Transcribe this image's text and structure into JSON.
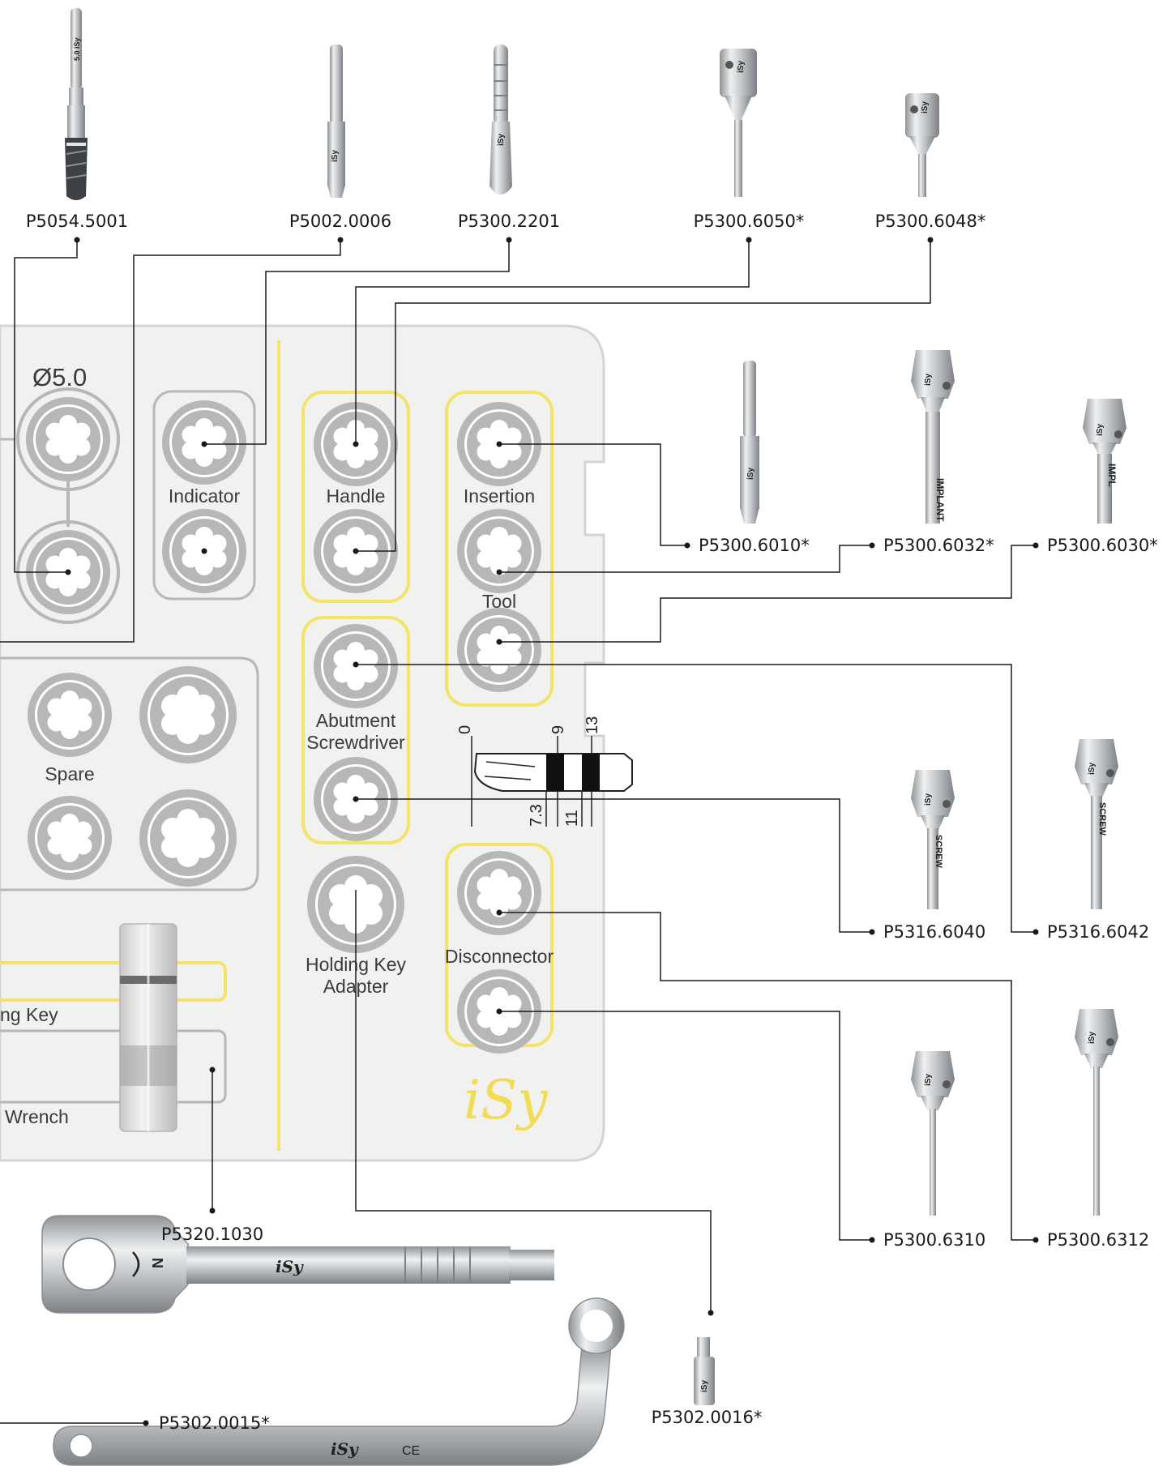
{
  "colors": {
    "tray": "#f1f1f0",
    "tray_edge": "#d4d4d2",
    "yellow": "#f4e36a",
    "socket": "#b7b7b5",
    "socket_ring": "#a9a9a7",
    "leader": "#1a1a1a",
    "steel_light": "#eef0f1",
    "steel_dark": "#8f9396",
    "logo": "#f2dc57"
  },
  "part_numbers": {
    "drill": "P5054.5001",
    "indicator_pin": "P5002.0006",
    "handle_tool": "P5300.2201",
    "long_adapter": "P5300.6050*",
    "short_adapter": "P5300.6048*",
    "insertion_short": "P5300.6010*",
    "insertion_medium": "P5300.6032*",
    "insertion_long": "P5300.6030*",
    "screw_driver_short": "P5316.6040",
    "screw_driver_long": "P5316.6042",
    "disconnector_short": "P5300.6310",
    "disconnector_long": "P5300.6312",
    "holding_key_wrench": "P5320.1030",
    "ratchet": "P5302.0015*",
    "holding_key_adapter": "P5302.0016*"
  },
  "tray_labels": {
    "diameter": "Ø5.0",
    "indicator": "Indicator",
    "handle": "Handle",
    "insertion": "Insertion",
    "tool": "Tool",
    "abutment": "Abutment",
    "screwdriver": "Screwdriver",
    "spare": "Spare",
    "holding_key_adapter_1": "Holding Key",
    "holding_key_adapter_2": "Adapter",
    "disconnector": "Disconnector",
    "holding_key_partial": "ng Key",
    "wrench_partial": "Wrench",
    "logo": "iSy"
  },
  "depth_scale": {
    "top_marks": [
      "0",
      "9",
      "13"
    ],
    "bottom_marks": [
      "7.3",
      "11"
    ]
  },
  "instrument_markings": {
    "implant": "IMPLANT",
    "impl": "IMPL",
    "screw": "SCREW",
    "brand": "iSy",
    "ce": "CE",
    "ratchet_letter": "N",
    "drill_mark": "5.0 iSy"
  }
}
